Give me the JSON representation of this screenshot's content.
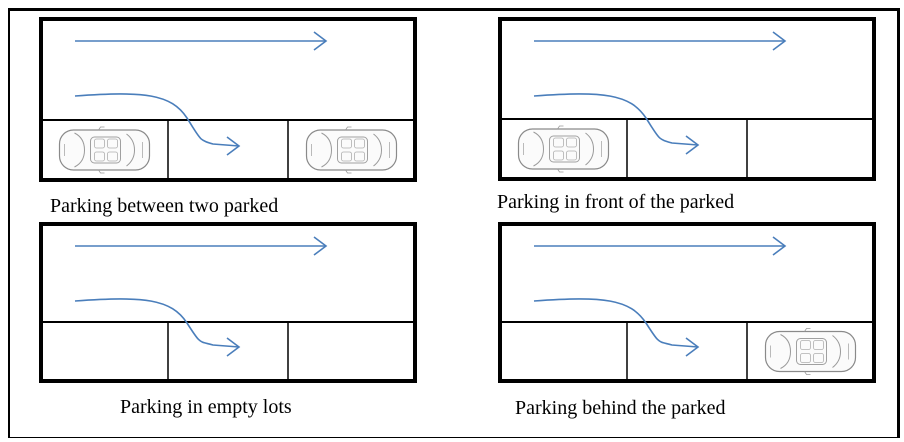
{
  "panels": [
    {
      "caption": "Parking between two parked",
      "cars": [
        "left",
        "right"
      ]
    },
    {
      "caption": "Parking in front of the parked",
      "cars": [
        "left"
      ]
    },
    {
      "caption": "Parking in empty lots",
      "cars": []
    },
    {
      "caption": "Parking behind the parked",
      "cars": [
        "right"
      ]
    }
  ],
  "colors": {
    "arrow": "#4a7ebb",
    "line": "#000000",
    "car_outline": "#8a8a8a"
  },
  "icons": {
    "car": "car-top-view-icon",
    "arrow": "arrow-right-icon"
  }
}
